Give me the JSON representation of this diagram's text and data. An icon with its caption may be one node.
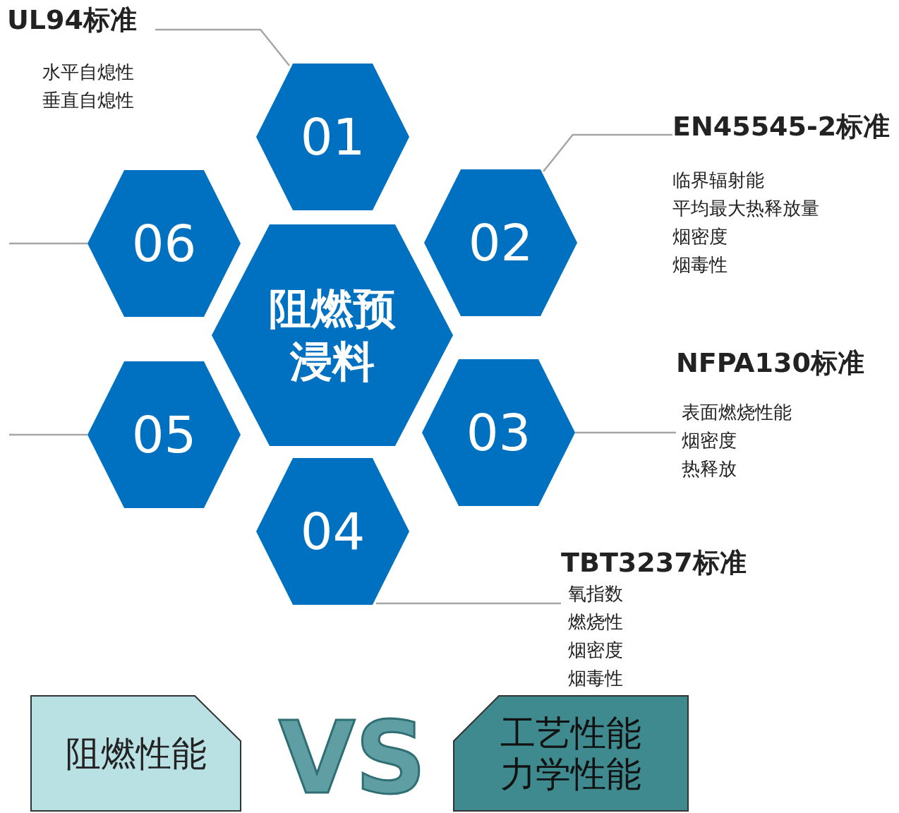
{
  "diagram": {
    "nodes": [
      {
        "text": [
          "阻燃预浸料"
        ]
      },
      {
        "text": [
          "01"
        ]
      },
      {
        "text": [
          "02"
        ]
      },
      {
        "text": [
          "03"
        ]
      },
      {
        "text": [
          "04"
        ]
      },
      {
        "text": [
          "05"
        ]
      },
      {
        "text": [
          "06"
        ]
      },
      {
        "text": [
          "UL94标准",
          "水平自熄性",
          "垂直自熄性"
        ]
      },
      {
        "text": [
          "EN45545-2标准",
          "临界辐射能",
          "平均最大热释放量",
          "烟密度",
          "烟毒性"
        ]
      },
      {
        "text": [
          "NFPA130标准",
          "表面燃烧性能",
          "烟密度",
          "热释放"
        ]
      },
      {
        "text": [
          "TBT3237标准",
          "氧指数",
          "燃烧性",
          "烟密度",
          "烟毒性"
        ]
      },
      {
        "text": [
          "阻燃性能"
        ]
      },
      {
        "text": [
          "工艺性能",
          "力学性能"
        ]
      }
    ],
    "edges": [
      {
        "from": 1,
        "to": 7,
        "arrow": "none"
      },
      {
        "from": 2,
        "to": 8,
        "arrow": "none"
      },
      {
        "from": 3,
        "to": 9,
        "arrow": "none"
      },
      {
        "from": 4,
        "to": 10,
        "arrow": "none"
      },
      {
        "from": 5,
        "to": null,
        "arrow": "none"
      },
      {
        "from": 6,
        "to": null,
        "arrow": "none"
      }
    ],
    "labels": [
      "VS"
    ]
  }
}
